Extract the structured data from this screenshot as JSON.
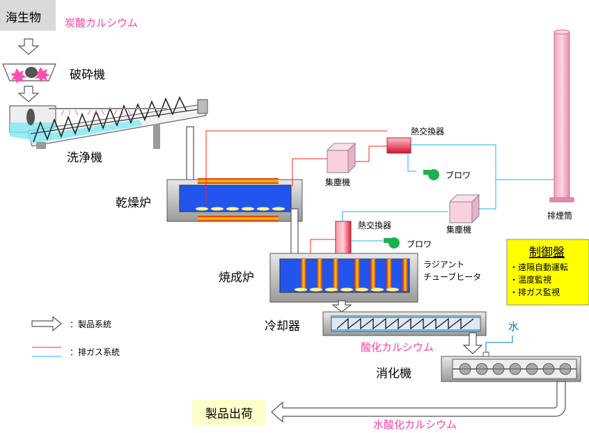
{
  "colors": {
    "exhaust_gas_line": "#ff2020",
    "exhaust_gas_line_blue": "#1ab0f0",
    "product_arrow_fill": "#ffffff",
    "product_arrow_stroke": "#555555",
    "material_text": "#ff3fa0",
    "water_text": "#0070c0",
    "control_panel_bg": "#ffff00",
    "product_ship_bg": "#ffffcc",
    "seafood_bg": "#d9d9d9",
    "chimney": "#f7a8c4",
    "heat_exchanger": "#e8405a",
    "dust_collector": "#f9d0e0",
    "blower": "#1eb050",
    "furnace_interior": "#2255ee",
    "furnace_heater": "#e8b000"
  },
  "labels": {
    "seafood": "海生物",
    "calcium_carbonate": "炭酸カルシウム",
    "crusher": "破砕機",
    "washer": "洗浄機",
    "dryer": "乾燥炉",
    "calciner": "焼成炉",
    "cooler": "冷却器",
    "slaker": "消化機",
    "heat_exchanger_1": "熱交換器",
    "heat_exchanger_2": "熱交換器",
    "dust_collector_1": "集塵機",
    "dust_collector_2": "集塵機",
    "blower_1": "ブロワ",
    "blower_2": "ブロワ",
    "chimney": "排煙筒",
    "radiant_tube_line1": "ラジアント",
    "radiant_tube_line2": "チューブヒータ",
    "calcium_oxide": "酸化カルシウム",
    "water": "水",
    "calcium_hydroxide": "水酸化カルシウム",
    "product_shipping": "製品出荷"
  },
  "control_panel": {
    "title": "制御盤",
    "items": [
      "・遠隔自動運転",
      "・温度監視",
      "・排ガス監視"
    ]
  },
  "legend": {
    "product_line": "：製品系統",
    "exhaust_line": "：排ガス系統"
  }
}
